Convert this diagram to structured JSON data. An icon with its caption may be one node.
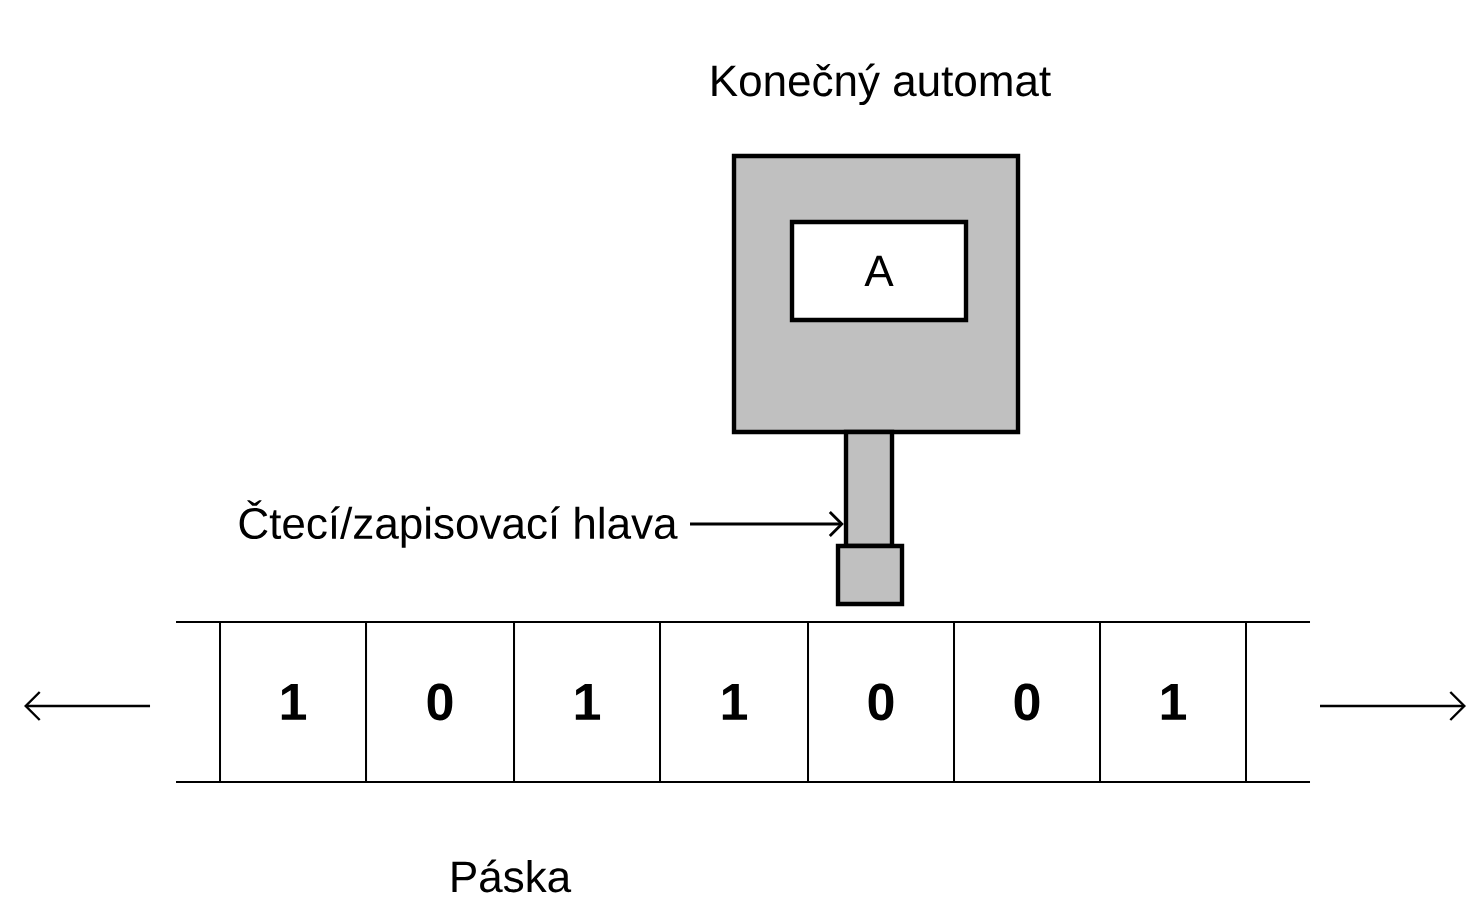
{
  "diagram": {
    "nodes": [
      {
        "text": [
          "Konečný automat"
        ]
      },
      {
        "text": [
          "A"
        ],
        "in": 0
      },
      {
        "text": [
          "Čtecí/zapisovací hlava"
        ]
      },
      {
        "text": [],
        "shape": "box"
      },
      {
        "text": [
          "Páska"
        ]
      },
      {
        "text": [
          "1"
        ],
        "in": 4
      },
      {
        "text": [
          "0"
        ],
        "in": 4
      },
      {
        "text": [
          "1"
        ],
        "in": 4
      },
      {
        "text": [
          "1"
        ],
        "in": 4
      },
      {
        "text": [
          "0"
        ],
        "in": 4
      },
      {
        "text": [
          "0"
        ],
        "in": 4
      },
      {
        "text": [
          "1"
        ],
        "in": 4
      }
    ],
    "edges": [
      {
        "from": 2,
        "to": 3,
        "arrow": "to"
      }
    ]
  }
}
